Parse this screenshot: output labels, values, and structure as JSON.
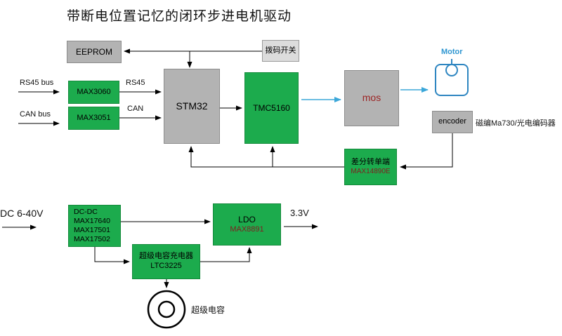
{
  "title": "带断电位置记忆的闭环步进电机驱动",
  "colors": {
    "green_block": "#1cab4d",
    "gray_block": "#b3b3b3",
    "light_gray_block": "#dcdcdc",
    "maroon_text": "#7f2020",
    "mos_text": "#9c2424",
    "motor_blue": "#2e96d1",
    "cyan_arrow": "#3ba7d9",
    "wire_black": "#000000"
  },
  "nodes": {
    "eeprom": {
      "label": "EEPROM"
    },
    "dip_switch": {
      "label": "拨码开关"
    },
    "max3060": {
      "label": "MAX3060"
    },
    "max3051": {
      "label": "MAX3051"
    },
    "stm32": {
      "label": "STM32"
    },
    "tmc5160": {
      "label": "TMC5160"
    },
    "mos": {
      "label": "mos"
    },
    "motor": {
      "label": "Motor"
    },
    "encoder": {
      "label": "encoder"
    },
    "diff_to_single": {
      "line1": "差分转单端",
      "line2": "MAX14890E"
    },
    "dcdc": {
      "lines": [
        "DC-DC",
        "MAX17640",
        "MAX17501",
        "MAX17502"
      ]
    },
    "ldo": {
      "line1": "LDO",
      "line2": "MAX8891"
    },
    "supercap_charger": {
      "line1": "超级电容充电器",
      "line2": "LTC3225"
    },
    "supercap": {
      "label": "超级电容"
    }
  },
  "labels": {
    "rs45_bus": "RS45 bus",
    "can_bus": "CAN bus",
    "rs45": "RS45",
    "can": "CAN",
    "dc_input": "DC 6-40V",
    "v33": "3.3V",
    "encoder_note": "磁编Ma730/光电编码器"
  }
}
